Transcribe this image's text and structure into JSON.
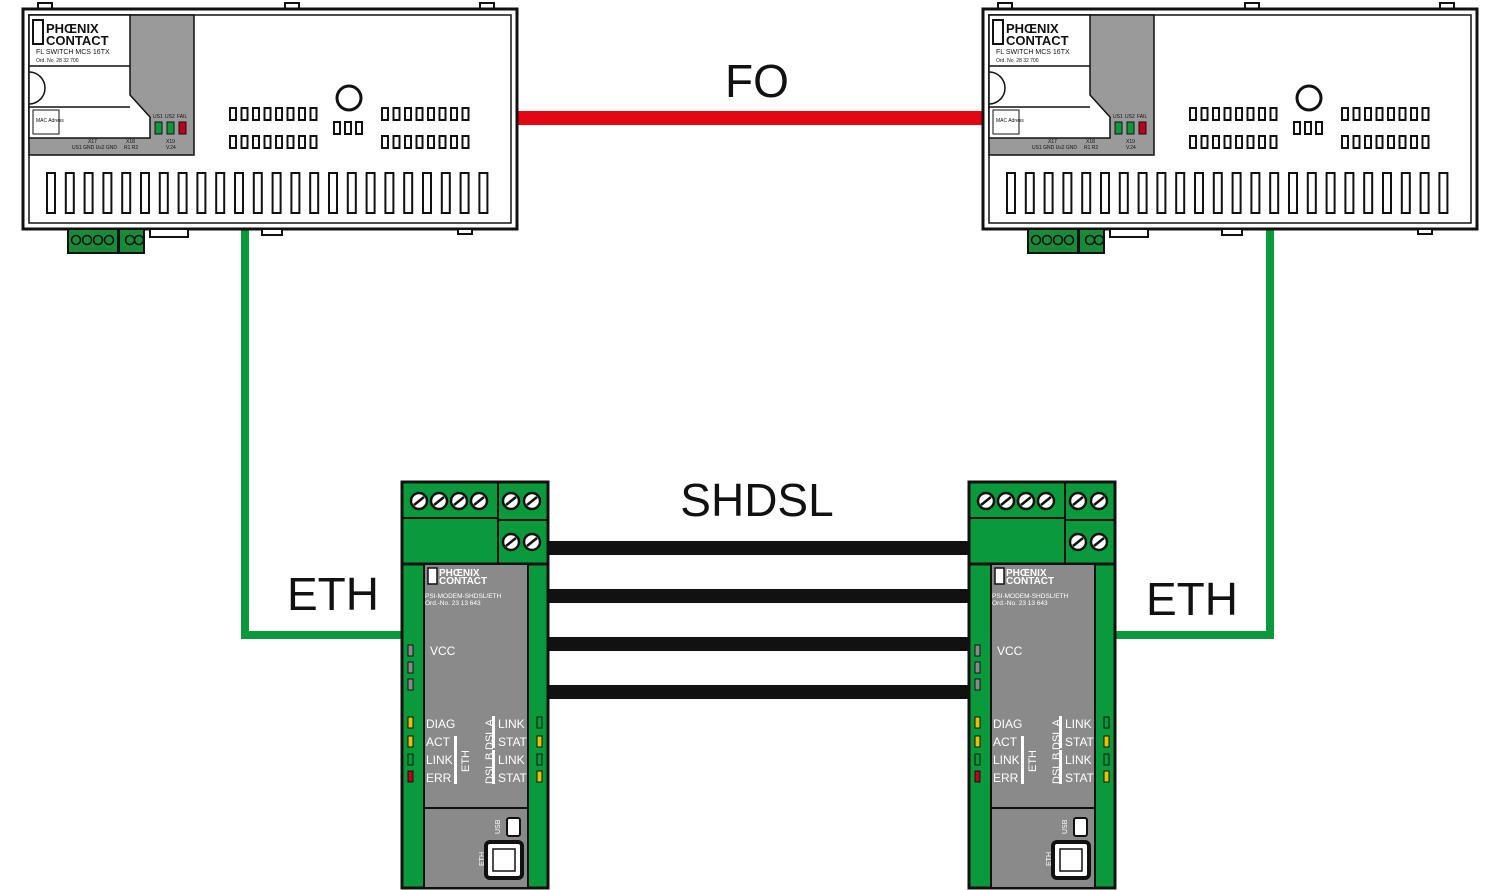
{
  "labels": {
    "fo": "FO",
    "shdsl": "SHDSL",
    "eth_left": "ETH",
    "eth_right": "ETH"
  },
  "switches": [
    {
      "brand_line1": "PHŒNIX",
      "brand_line2": "CONTACT",
      "model": "FL SWITCH MCS 16TX",
      "order": "Ord. No. 28 32 700",
      "mac": "MAC Adress",
      "x17": "X17",
      "x17_pins": "US1 GND Us2  GND",
      "x18": "X18",
      "x18_pins": "R1  R2",
      "x19": "X19",
      "v24": "V.24",
      "us1": "US1",
      "us2": "US2",
      "fail": "FAIL"
    },
    {
      "brand_line1": "PHŒNIX",
      "brand_line2": "CONTACT",
      "model": "FL SWITCH MCS 16TX",
      "order": "Ord. No. 28 32 700",
      "mac": "MAC Adress",
      "x17": "X17",
      "x17_pins": "US1 GND Us2  GND",
      "x18": "X18",
      "x18_pins": "R1  R2",
      "x19": "X19",
      "v24": "V.24",
      "us1": "US1",
      "us2": "US2",
      "fail": "FAIL"
    }
  ],
  "modems": [
    {
      "brand_line1": "PHŒNIX",
      "brand_line2": "CONTACT",
      "model": "PSI-MODEM-SHDSL/ETH",
      "order": "Ord.-No. 23  13  643",
      "vcc": "VCC",
      "diag": "DIAG",
      "act": "ACT",
      "link": "LINK",
      "err": "ERR",
      "eth": "ETH",
      "dsl_a": "DSL A",
      "dsl_b": "DSL B",
      "link_a": "LINK",
      "stat_a": "STAT",
      "link_b": "LINK",
      "stat_b": "STAT",
      "usb": "USB",
      "eth_port": "ETH"
    },
    {
      "brand_line1": "PHŒNIX",
      "brand_line2": "CONTACT",
      "model": "PSI-MODEM-SHDSL/ETH",
      "order": "Ord.-No. 23  13  643",
      "vcc": "VCC",
      "diag": "DIAG",
      "act": "ACT",
      "link": "LINK",
      "err": "ERR",
      "eth": "ETH",
      "dsl_a": "DSL A",
      "dsl_b": "DSL B",
      "link_a": "LINK",
      "stat_a": "STAT",
      "link_b": "LINK",
      "stat_b": "STAT",
      "usb": "USB",
      "eth_port": "ETH"
    }
  ],
  "colors": {
    "fo_line": "#e30613",
    "eth_line": "#0a9a3c",
    "shdsl_line": "#111111",
    "modem_green": "#0a9a3c",
    "modem_grey": "#8a8a8a",
    "switch_grey": "#9a9a9a",
    "terminal_green": "#1a8a3a",
    "led_green": "#0a9a3c",
    "led_red": "#c0001a",
    "led_yellow": "#e6c200"
  }
}
